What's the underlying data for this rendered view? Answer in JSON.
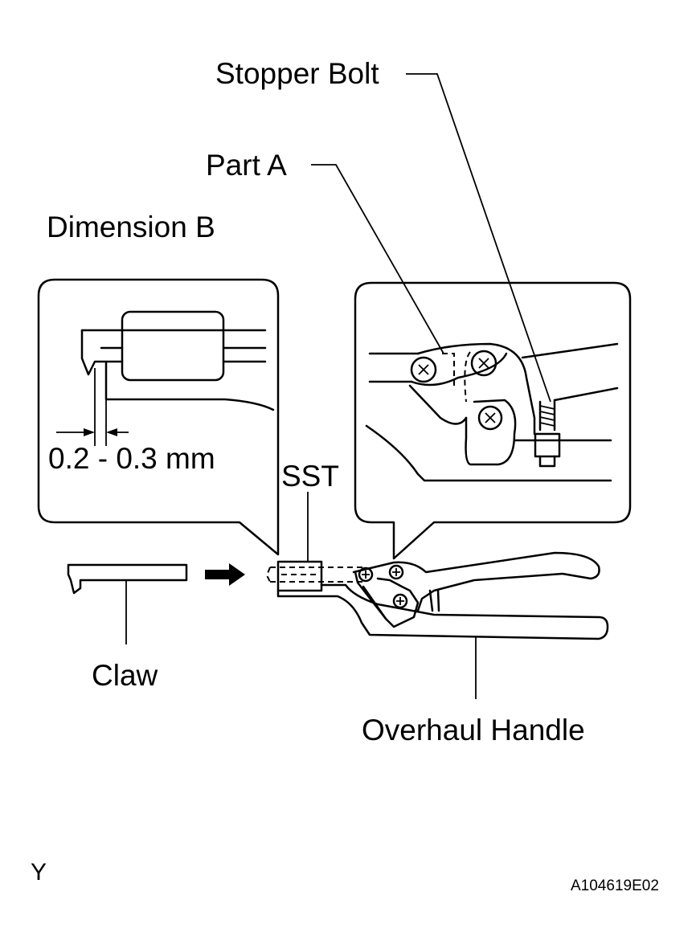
{
  "labels": {
    "stopper_bolt": "Stopper Bolt",
    "part_a": "Part A",
    "dimension_b": "Dimension B",
    "gap_dimension": "0.2 - 0.3 mm",
    "sst": "SST",
    "claw": "Claw",
    "overhaul_handle": "Overhaul Handle",
    "corner_mark": "Y",
    "figure_id": "A104619E02"
  }
}
